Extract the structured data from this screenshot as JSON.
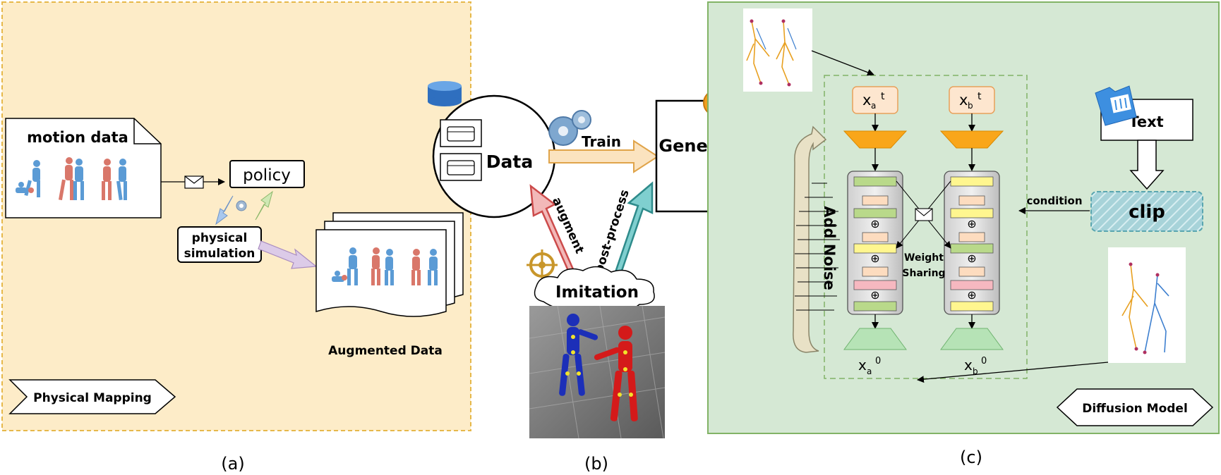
{
  "panel_a": {
    "motion_data_label": "motion data",
    "policy_label": "policy",
    "physical_simulation_line1": "physical",
    "physical_simulation_line2": "simulation",
    "augmented_data_label": "Augmented Data",
    "tag_label": "Physical Mapping",
    "caption": "(a)"
  },
  "panel_b": {
    "data_label": "Data",
    "train_label": "Train",
    "generator_label": "Generator",
    "augment_label": "augment",
    "post_process_label": "post-process",
    "imitation_label": "Imitation",
    "caption": "(b)"
  },
  "panel_c": {
    "xa_t": "x",
    "xa_t_sub": "a",
    "xa_t_sup": "t",
    "xb_t": "x",
    "xb_t_sub": "b",
    "xb_t_sup": "t",
    "xa_0": "x",
    "xa_0_sub": "a",
    "xa_0_sup": "0",
    "xb_0": "x",
    "xb_0_sub": "b",
    "xb_0_sup": "0",
    "text_label": "Text",
    "clip_label": "clip",
    "condition_label": "condition",
    "weight_sharing_line1": "Weight",
    "weight_sharing_line2": "Sharing",
    "add_noise_label": "Add Noise",
    "plus_symbol": "⊕",
    "tag_label": "Diffusion Model",
    "caption": "(c)"
  },
  "colors": {
    "panel_a_bg": "#fdecc8",
    "panel_a_border": "#e6b84a",
    "panel_c_bg": "#d5e8d4",
    "panel_c_border": "#82b366",
    "human_blue": "#5b9bd5",
    "human_red": "#d9776a",
    "train_arrow": "#fbe3bf",
    "augment_arrow": "#f2b8b8",
    "postprocess_arrow": "#7fcfcf",
    "encoder_orange": "#f9a61a",
    "decoder_green": "#b6e3b6",
    "clip_fill": "#a7d3d9"
  }
}
